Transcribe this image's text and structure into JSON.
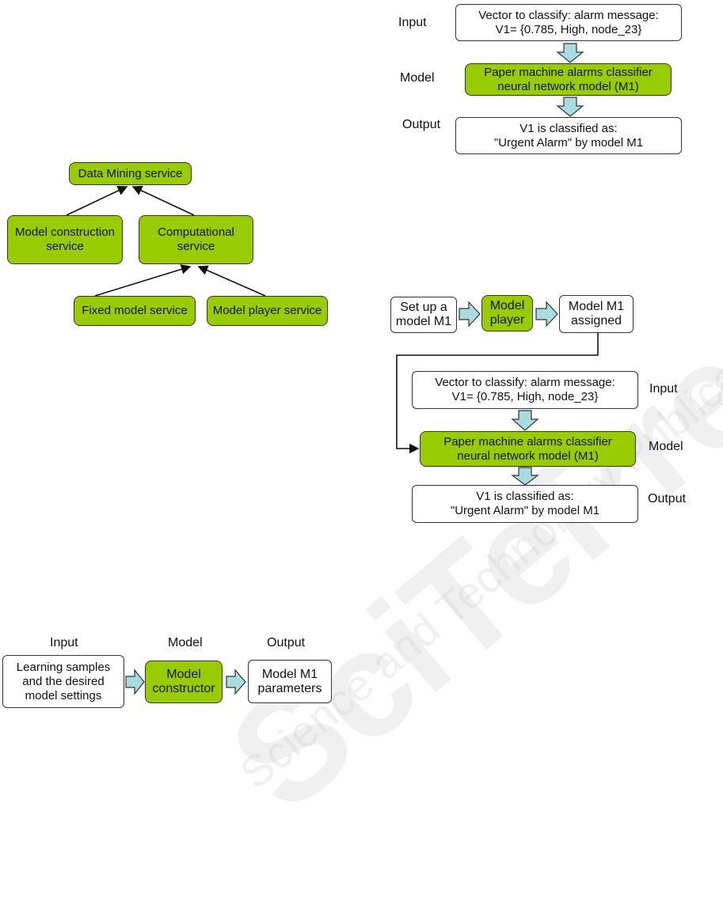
{
  "watermark": {
    "brand": "SciTePress",
    "tagline": "Science and Technology Publications"
  },
  "fig_classify": {
    "input_label": "Input",
    "model_label": "Model",
    "output_label": "Output",
    "input_box": "Vector to classify: alarm message:\nV1=  {0.785, High, node_23}",
    "model_box": "Paper machine alarms classifier\nneural network model (M1)",
    "output_box": "V1 is classified as:\n\"Urgent Alarm\" by model M1"
  },
  "fig_hierarchy": {
    "root": "Data Mining service",
    "construction": "Model construction\nservice",
    "computational": "Computational\nservice",
    "fixed": "Fixed model service",
    "player": "Model player service"
  },
  "fig_player": {
    "setup": "Set up a\nmodel M1",
    "player": "Model\nplayer",
    "assigned": "Model M1\nassigned",
    "input_box": "Vector to classify: alarm message:\nV1=  {0.785, High, node_23}",
    "model_box": "Paper machine alarms classifier\nneural network model (M1)",
    "output_box": "V1 is classified as:\n\"Urgent Alarm\" by model M1",
    "input_label": "Input",
    "model_label": "Model",
    "output_label": "Output"
  },
  "fig_constructor": {
    "input_label": "Input",
    "model_label": "Model",
    "output_label": "Output",
    "input_box": "Learning samples\nand the desired\nmodel settings",
    "model_box": "Model\nconstructor",
    "output_box": "Model M1\nparameters"
  },
  "colors": {
    "green": "#99cc00",
    "arrow": "#a8dce0"
  }
}
